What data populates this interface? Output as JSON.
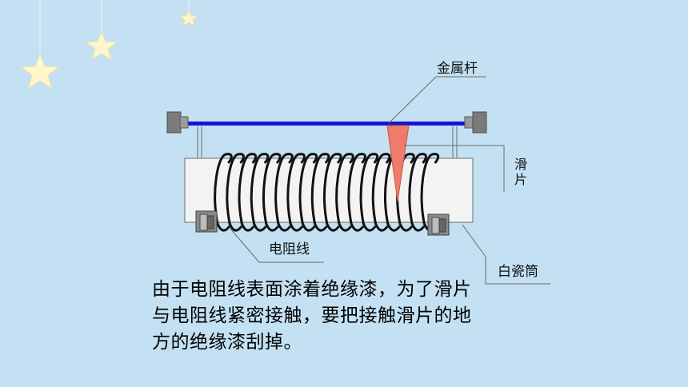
{
  "diagram": {
    "labels": {
      "rod": "金属杆",
      "slider": "滑片",
      "wire": "电阻线",
      "tube": "白瓷筒"
    },
    "caption": "由于电阻线表面涂着绝缘漆，为了滑片与电阻线紧密接触，要把接触滑片的地方的绝缘漆刮掉。"
  },
  "colors": {
    "background": "#c3e1f2",
    "rod": "#1414d2",
    "slider": "#ef7b6a",
    "coil": "#111111",
    "tube": "#f3f3f3",
    "terminal": "#8a8a8a",
    "star": "#fff6cc"
  },
  "decorations": [
    "star-icon",
    "star-icon",
    "star-icon"
  ]
}
